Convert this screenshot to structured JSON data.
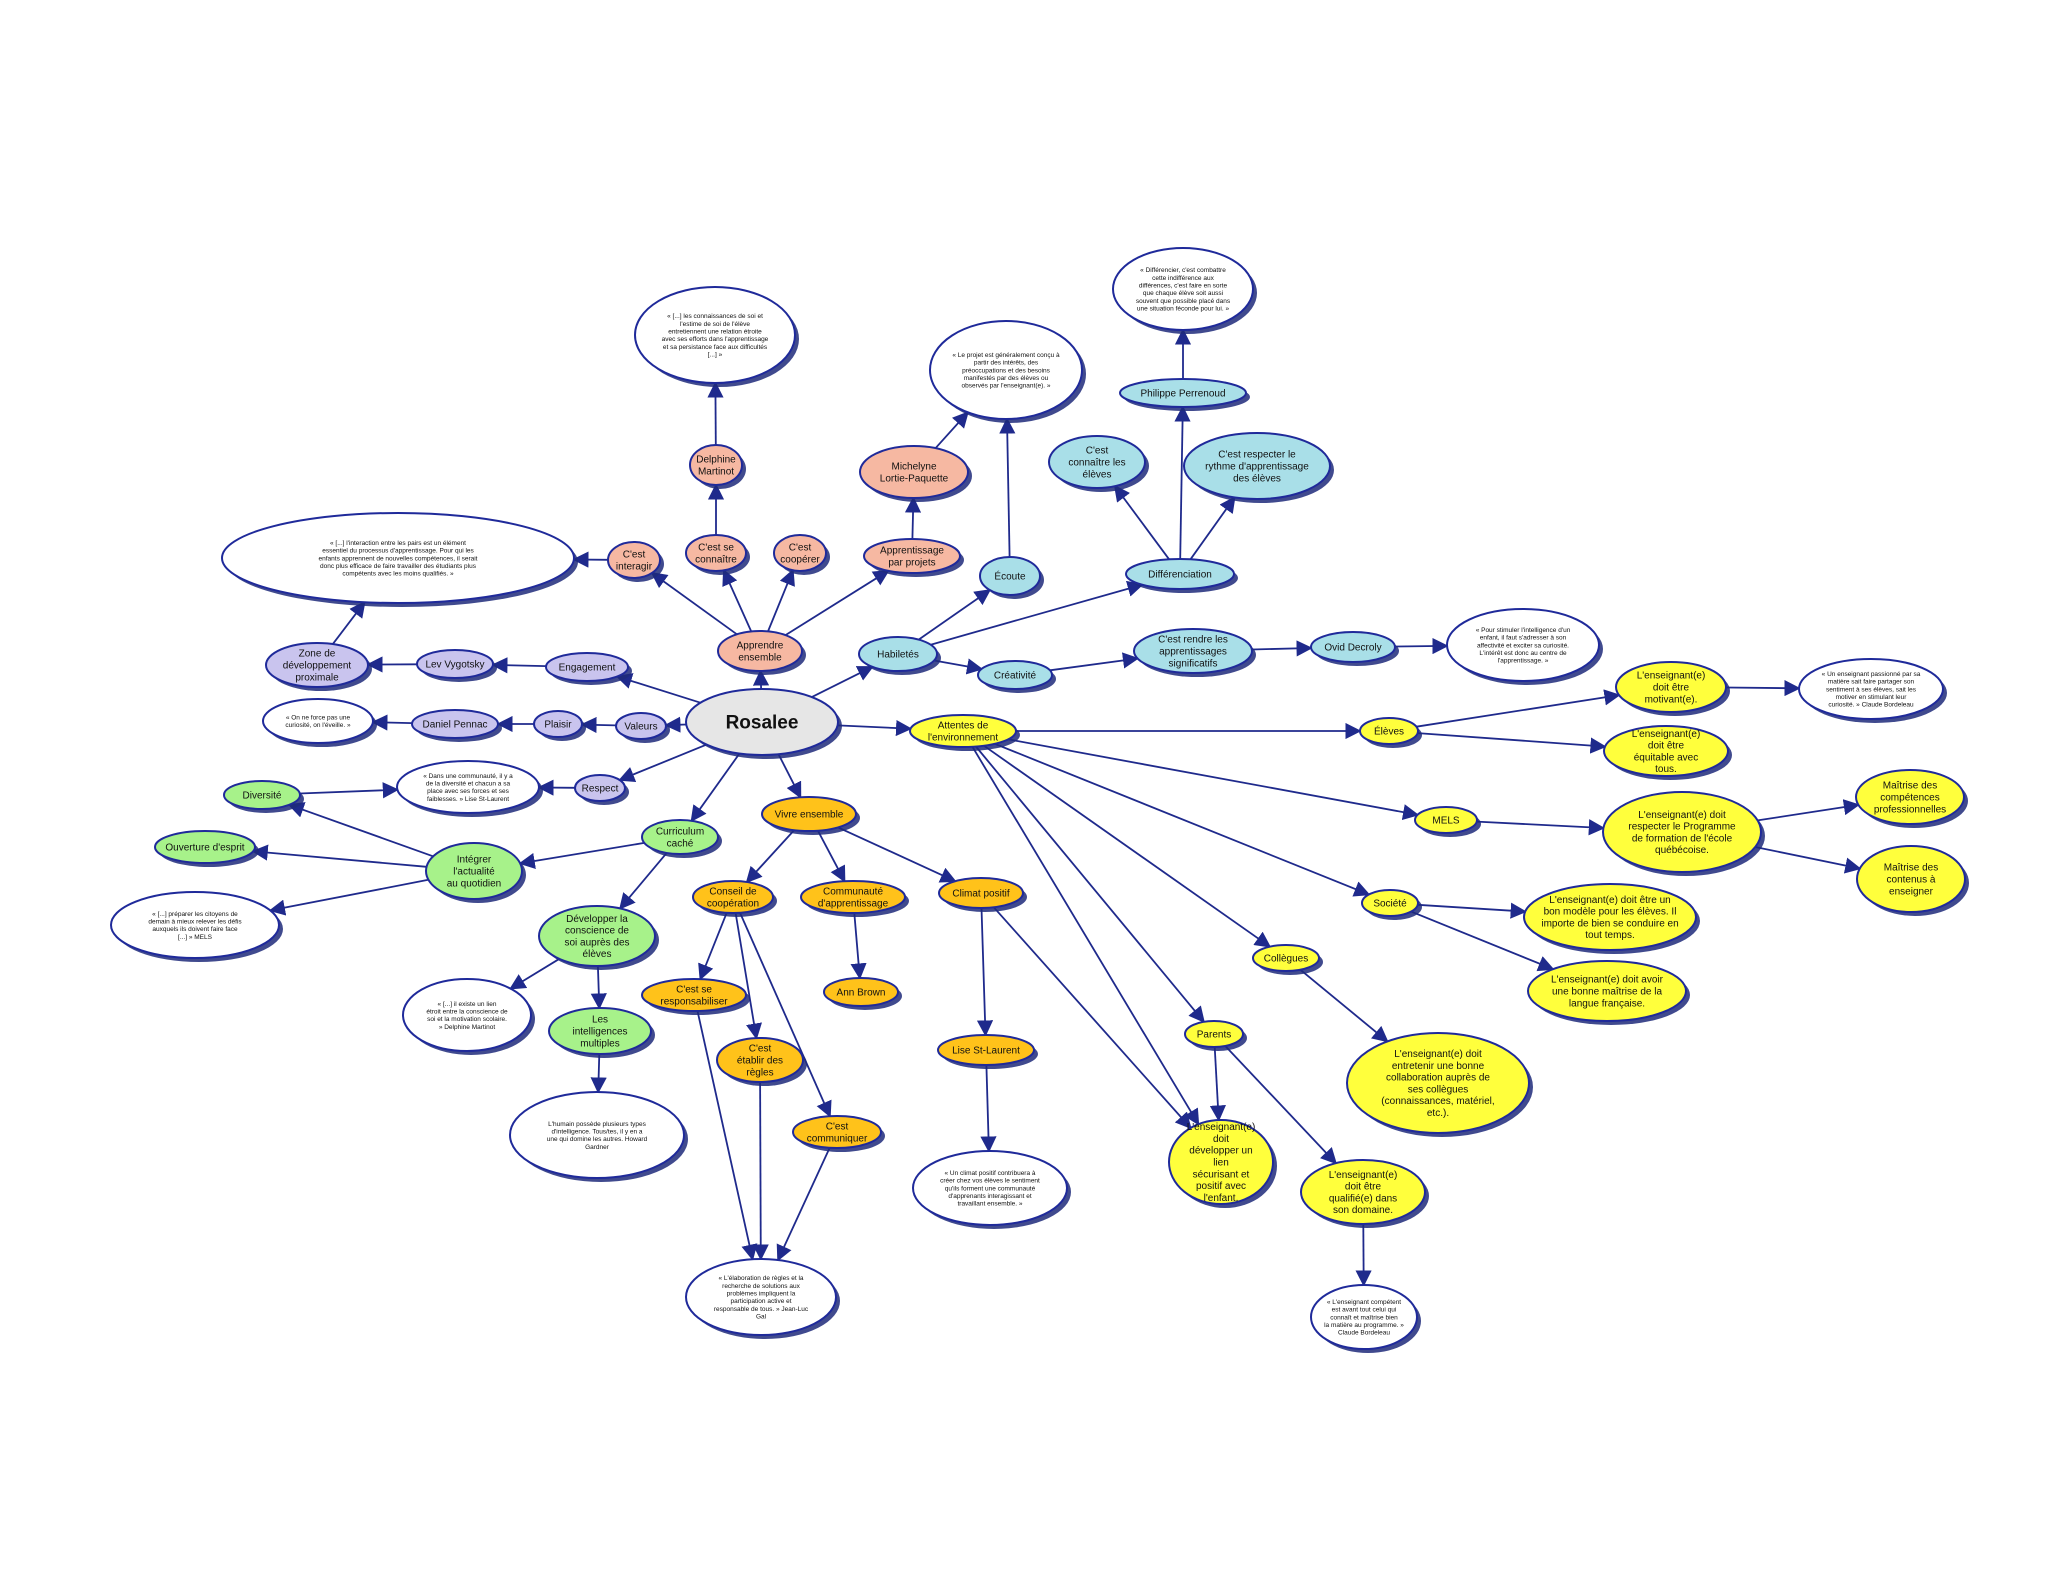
{
  "colors": {
    "center": "#e6e6e6",
    "salmon": "#f6b8a2",
    "lavender": "#c9c4ee",
    "cyan": "#a9dfe8",
    "green": "#a7f28a",
    "orange": "#ffc21a",
    "yellow": "#ffff3c",
    "quote": "#ffffff",
    "edge": "#1f2a8c"
  },
  "nodes": {
    "rosalee": "Rosalee",
    "apprendre_ensemble": "Apprendre ensemble",
    "c_est_interagir": "C'est interagir",
    "c_est_se_connaitre": "C'est se connaître",
    "c_est_cooperer": "C'est coopérer",
    "apprentissage_par_projets": "Apprentissage par projets",
    "delphine_martinot": "Delphine Martinot",
    "michelyne_lortie_paquette": "Michelyne Lortie-Paquette",
    "quote_martinot": "« [...] les connaissances de soi et l'estime de soi de l'élève entretiennent une relation étroite avec ses efforts dans l'apprentissage et sa persistance face aux difficultés [...] »",
    "quote_lortie_paquette": "« Le projet est généralement conçu à partir des intérêts, des préoccupations et des besoins manifestés par des élèves ou observés par l'enseignant(e). »",
    "quote_interaction": "« [...] l'interaction entre les pairs est un élément essentiel du processus d'apprentissage. Pour qui les enfants apprennent de nouvelles compétences, il serait donc plus efficace de faire travailler des étudiants plus compétents avec les moins qualifiés. »",
    "engagement": "Engagement",
    "lev_vygotsky": "Lev Vygotsky",
    "zone_developpement": "Zone de développement proximale",
    "valeurs": "Valeurs",
    "plaisir": "Plaisir",
    "daniel_pennac": "Daniel Pennac",
    "quote_pennac": "« On ne force pas une curiosité, on l'éveille. »",
    "respect": "Respect",
    "quote_respect": "« Dans une communauté, il y a de la diversité et chacun a sa place avec ses forces et ses faiblesses. » Lise St-Laurent",
    "habiletes": "Habiletés",
    "ecoute": "Écoute",
    "creativite": "Créativité",
    "differenciation": "Différenciation",
    "c_est_connaitre_eleves": "C'est connaître les élèves",
    "c_est_respecter_rythme": "C'est respecter le rythme d'apprentissage des élèves",
    "philippe_perrenoud": "Philippe Perrenoud",
    "quote_perrenoud": "« Différencier, c'est combattre cette indifférence aux différences, c'est faire en sorte que chaque élève soit aussi souvent que possible placé dans une situation féconde pour lui. »",
    "c_est_rendre_signifiants": "C'est rendre les apprentissages significatifs",
    "ovid_decroly": "Ovid Decroly",
    "quote_decroly": "« Pour stimuler l'intelligence d'un enfant, il faut s'adresser à son affectivité et exciter sa curiosité. L'intérêt est donc au centre de l'apprentissage. »",
    "attentes_environnement": "Attentes de l'environnement",
    "eleves": "Élèves",
    "enseignant_motivant": "L'enseignant(e) doit être motivant(e).",
    "enseignant_equitable": "L'enseignant(e) doit être équitable avec tous.",
    "quote_bordeleau_1": "« Un enseignant passionné par sa matière sait faire partager son sentiment à ses élèves, sait les motiver en stimulant leur curiosité. » Claude Bordeleau",
    "mels": "MELS",
    "respecter_programme": "L'enseignant(e) doit respecter le Programme de formation de l'école québécoise.",
    "maitrise_competences": "Maîtrise des compétences professionnelles",
    "maitrise_contenus": "Maîtrise des contenus à enseigner",
    "societe": "Société",
    "bon_modele": "L'enseignant(e) doit être un bon modèle pour les élèves. Il importe de bien se conduire en tout temps.",
    "maitrise_langue": "L'enseignant(e) doit avoir une bonne maîtrise de la langue française.",
    "collegues": "Collègues",
    "bonne_collaboration": "L'enseignant(e) doit entretenir une bonne collaboration auprès de ses collègues (connaissances, matériel, etc.).",
    "parents": "Parents",
    "lien_securisant": "L'enseignant(e) doit développer un lien sécurisant et positif avec l'enfant.",
    "qualifie": "L'enseignant(e) doit être qualifié(e) dans son domaine.",
    "quote_bordeleau_2": "« L'enseignant compétent est avant tout celui qui connaît et maîtrise bien la matière au programme. » Claude Bordeleau",
    "vivre_ensemble": "Vivre ensemble",
    "conseil_cooperation": "Conseil de coopération",
    "communaute_apprentissage": "Communauté d'apprentissage",
    "climat_positif": "Climat positif",
    "ann_brown": "Ann Brown",
    "lise_st_laurent": "Lise St-Laurent",
    "quote_st_laurent": "« Un climat positif contribuera à créer chez vos élèves le sentiment qu'ils forment une communauté d'apprenants interagissant et travaillant ensemble. »",
    "c_est_se_responsabiliser": "C'est se responsabiliser",
    "c_est_etablir_regles": "C'est établir des règles",
    "c_est_communiquer": "C'est communiquer",
    "quote_gal": "« L'élaboration de règles et la recherche de solutions aux problèmes impliquent la participation active et responsable de tous. » Jean-Luc Gal",
    "curriculum_cache": "Curriculum caché",
    "integrer_actualite": "Intégrer l'actualité au quotidien",
    "diversite": "Diversité",
    "ouverture_esprit": "Ouverture d'esprit",
    "quote_mels": "« [...] préparer les citoyens de demain à mieux relever les défis auxquels ils doivent faire face [...] » MELS",
    "developper_conscience": "Développer la conscience de soi auprès des élèves",
    "intelligences_multiples": "Les intelligences multiples",
    "quote_martinot_2": "« [...] il existe un lien étroit entre la conscience de soi et la motivation scolaire. » Delphine Martinot",
    "quote_gardner": "L'humain possède plusieurs types d'intelligence. Tous/tes, il y en a une qui domine les autres. Howard Gardner"
  }
}
